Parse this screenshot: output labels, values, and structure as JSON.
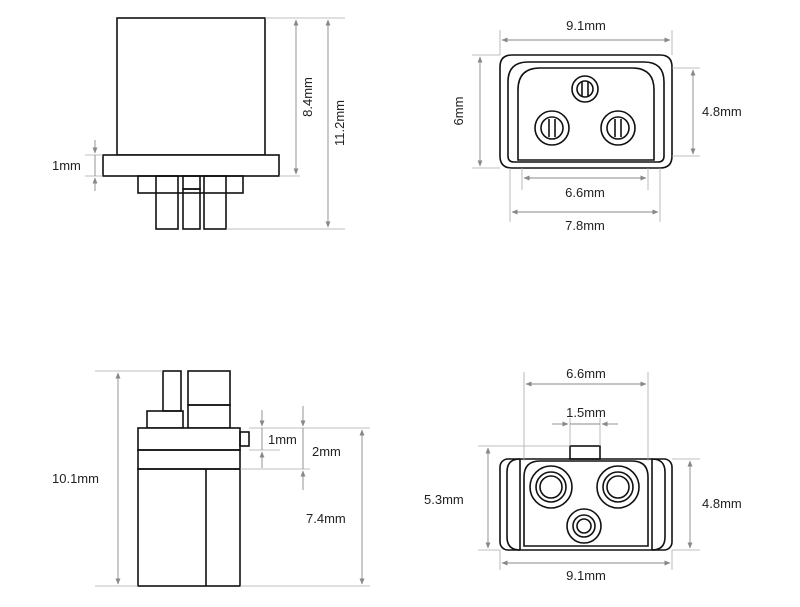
{
  "labels": {
    "side_top_body_height": "8.4mm",
    "side_top_total_height": "11.2mm",
    "side_top_flange": "1mm",
    "front_top_width": "9.1mm",
    "front_top_height": "6mm",
    "front_top_inner_height": "4.8mm",
    "front_top_pin_span": "6.6mm",
    "front_top_base_width": "7.8mm",
    "side_bottom_total": "10.1mm",
    "side_bottom_flange": "1mm",
    "side_bottom_step": "2mm",
    "side_bottom_body": "7.4mm",
    "front_bottom_top_width": "6.6mm",
    "front_bottom_tab": "1.5mm",
    "front_bottom_height": "5.3mm",
    "front_bottom_inner_height": "4.8mm",
    "front_bottom_width": "9.1mm"
  }
}
